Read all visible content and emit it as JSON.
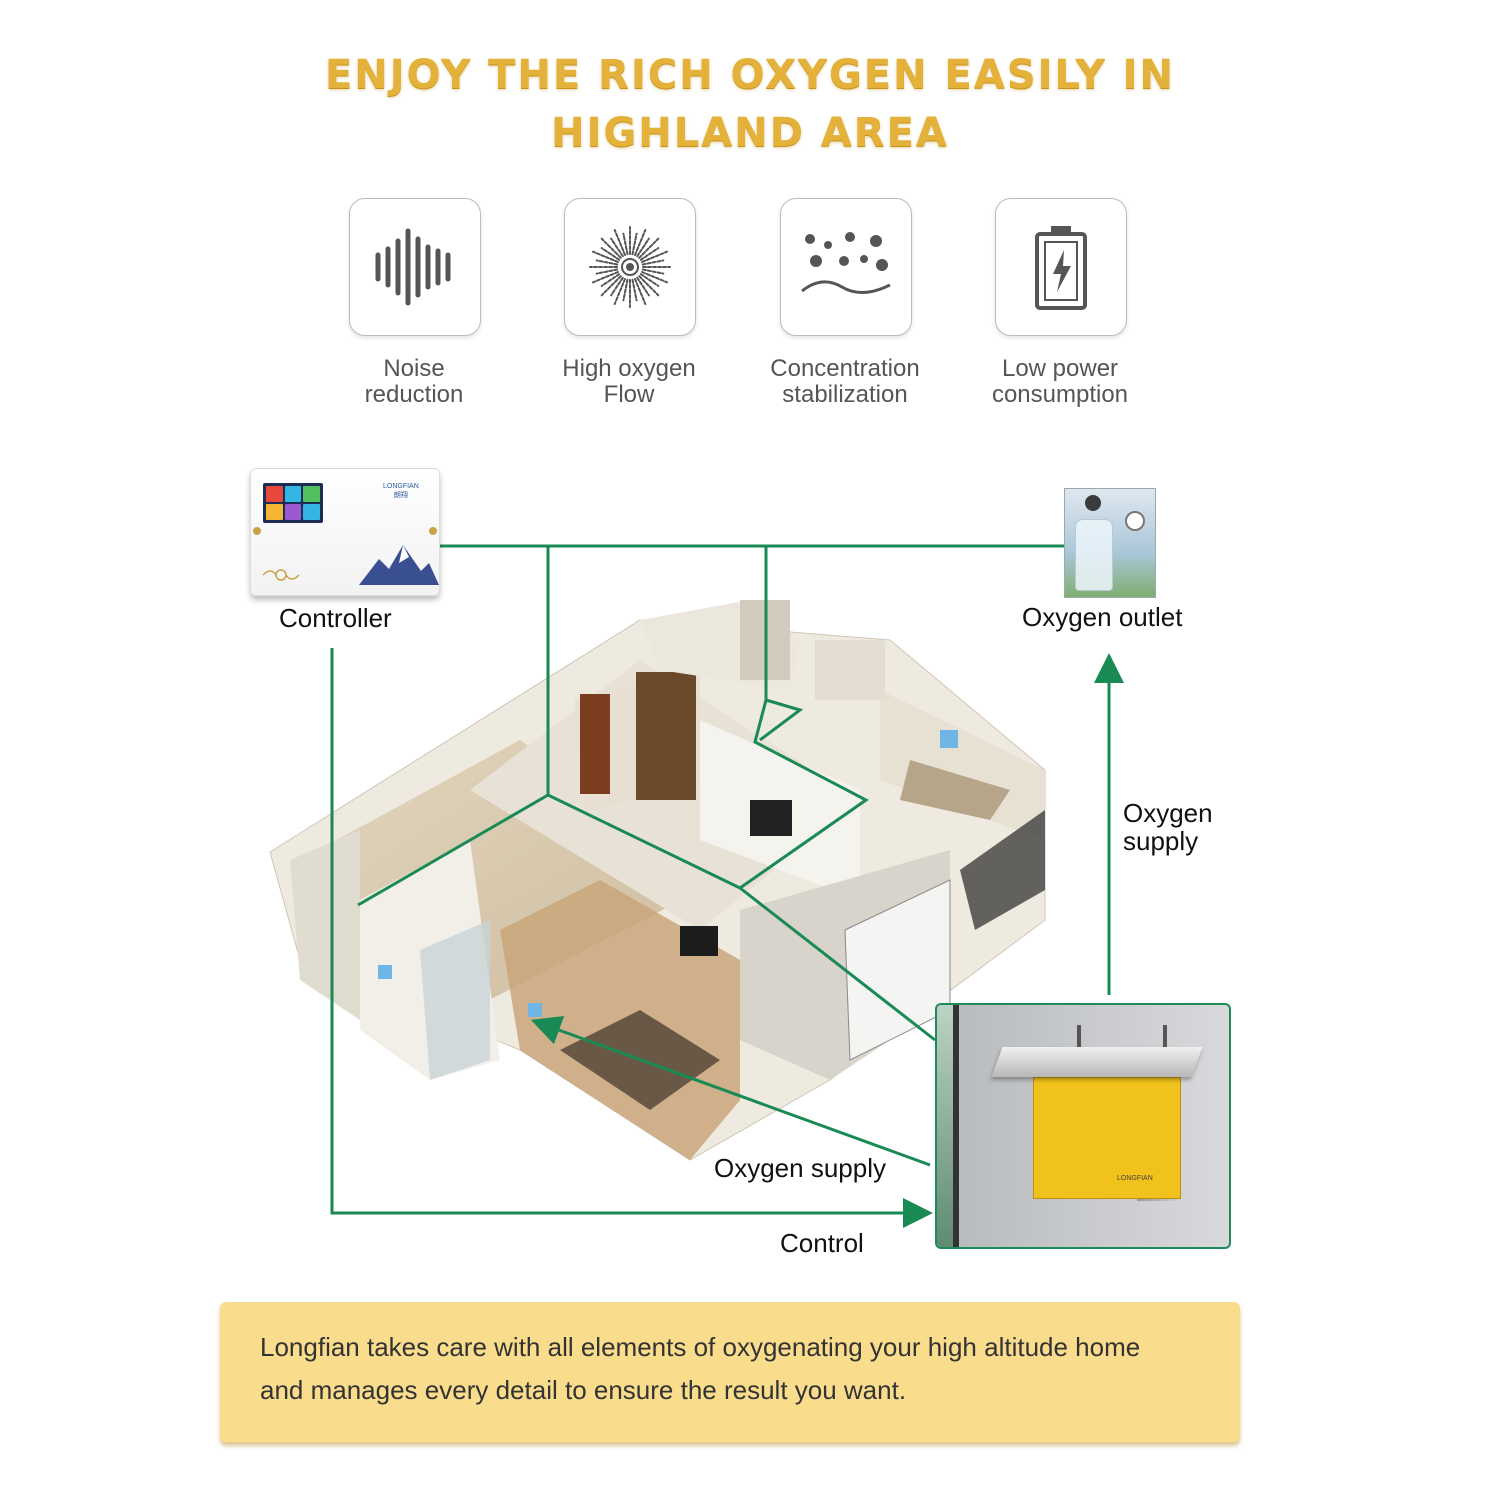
{
  "title": {
    "line1": "ENJOY THE RICH OXYGEN EASILY IN",
    "line2": "HIGHLAND AREA"
  },
  "features": [
    {
      "icon": "sound-wave-icon",
      "label_lines": [
        "Noise",
        "reduction"
      ]
    },
    {
      "icon": "burst-flow-icon",
      "label_lines": [
        "High oxygen",
        "Flow"
      ]
    },
    {
      "icon": "particles-wave-icon",
      "label_lines": [
        "Concentration",
        "stabilization"
      ]
    },
    {
      "icon": "battery-charge-icon",
      "label_lines": [
        "Low power",
        "consumption"
      ]
    }
  ],
  "diagram": {
    "controller_label": "Controller",
    "outlet_label": "Oxygen outlet",
    "oxygen_supply_right_lines": [
      "Oxygen",
      "supply"
    ],
    "oxygen_supply_bottom": "Oxygen supply",
    "control_label": "Control",
    "controller_brand_lines": [
      "LONGFIAN",
      "朗翔"
    ],
    "generator_brand": "LONGFIAN",
    "line_color": "#1a8a55",
    "accent_color": "#e4b23a",
    "unit_color": "#f1c21b"
  },
  "banner": {
    "line1": "Longfian takes care with all elements of oxygenating your high altitude home",
    "line2": "and manages every detail to ensure the result you want."
  }
}
